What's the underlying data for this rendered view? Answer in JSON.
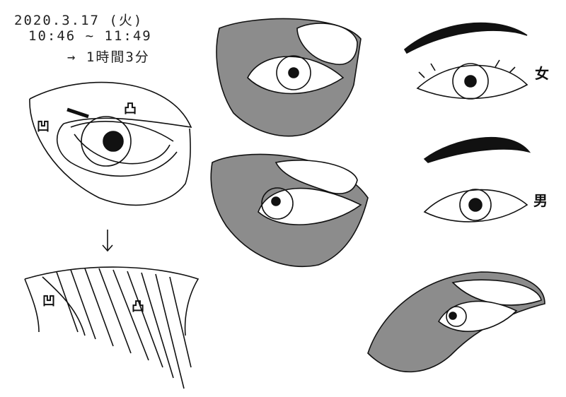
{
  "notes": {
    "date": "2020.3.17 (火)",
    "time_range": "10:46 ~ 11:49",
    "duration": "→ 1時間3分"
  },
  "labels": {
    "concave_top": "凹",
    "convex_top": "凸",
    "concave_bottom": "凹",
    "convex_bottom": "凸",
    "female": "女",
    "male": "男"
  },
  "colors": {
    "line": "#111111",
    "shade": "#8c8c8c"
  }
}
